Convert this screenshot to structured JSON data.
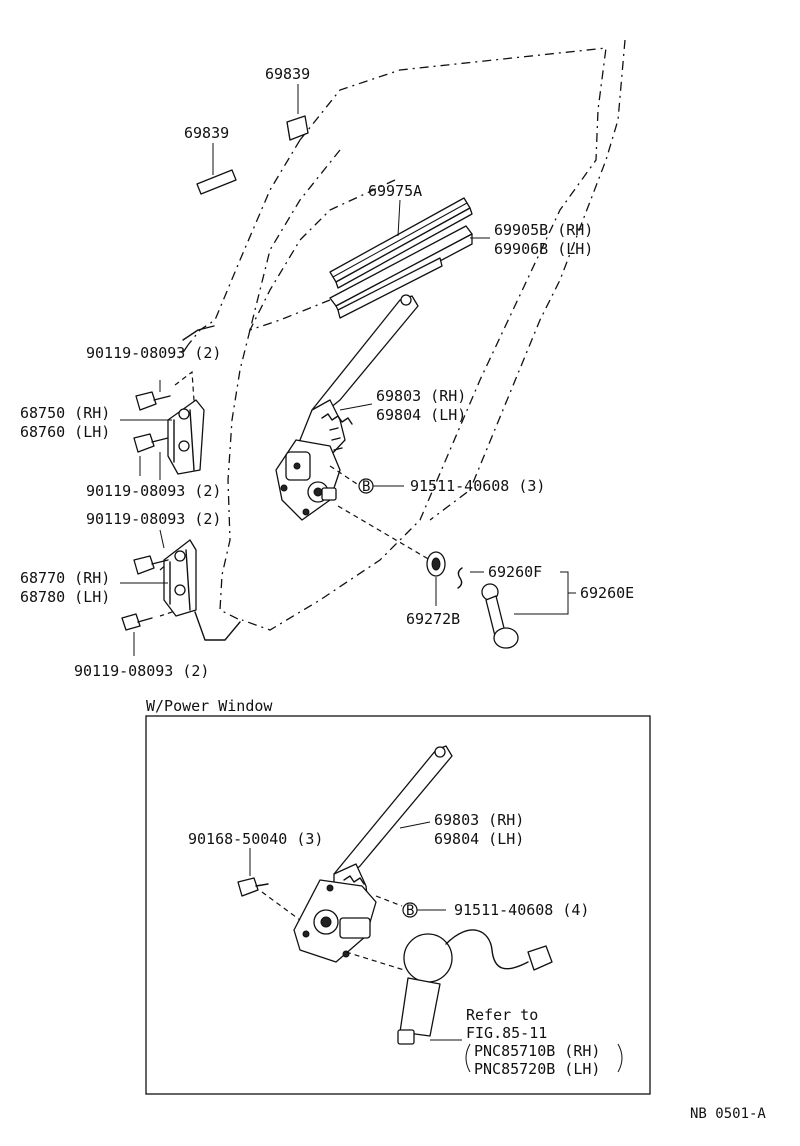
{
  "diagram": {
    "labels": {
      "strip_top": "69839",
      "strip_left": "69839",
      "run_channel": "69975A",
      "channel_rh": "69905B (RH)",
      "channel_lh": "69906B (LH)",
      "bolt_upper_a": "90119-08093 (2)",
      "hinge_upper_rh": "68750 (RH)",
      "hinge_upper_lh": "68760 (LH)",
      "bolt_upper_b": "90119-08093 (2)",
      "bolt_lower_a": "90119-08093 (2)",
      "hinge_lower_rh": "68770 (RH)",
      "hinge_lower_lh": "68780 (LH)",
      "bolt_lower_b": "90119-08093 (2)",
      "regulator_rh": "69803 (RH)",
      "regulator_lh": "69804 (LH)",
      "bolt_regulator": "91511-40608 (3)",
      "bolt_marker": "B",
      "clip": "69260F",
      "handle_assy": "69260E",
      "washer": "69272B",
      "power_window_title": "W/Power Window",
      "pw_regulator_rh": "69803 (RH)",
      "pw_regulator_lh": "69804 (LH)",
      "pw_screw": "90168-50040 (3)",
      "pw_bolt": "91511-40608 (4)",
      "pw_bolt_marker": "B",
      "refer_line1": "Refer to",
      "refer_line2": "FIG.85-11",
      "refer_line3": "PNC85710B (RH)",
      "refer_line4": "PNC85720B (LH)",
      "figure_code": "NB 0501-A"
    }
  }
}
